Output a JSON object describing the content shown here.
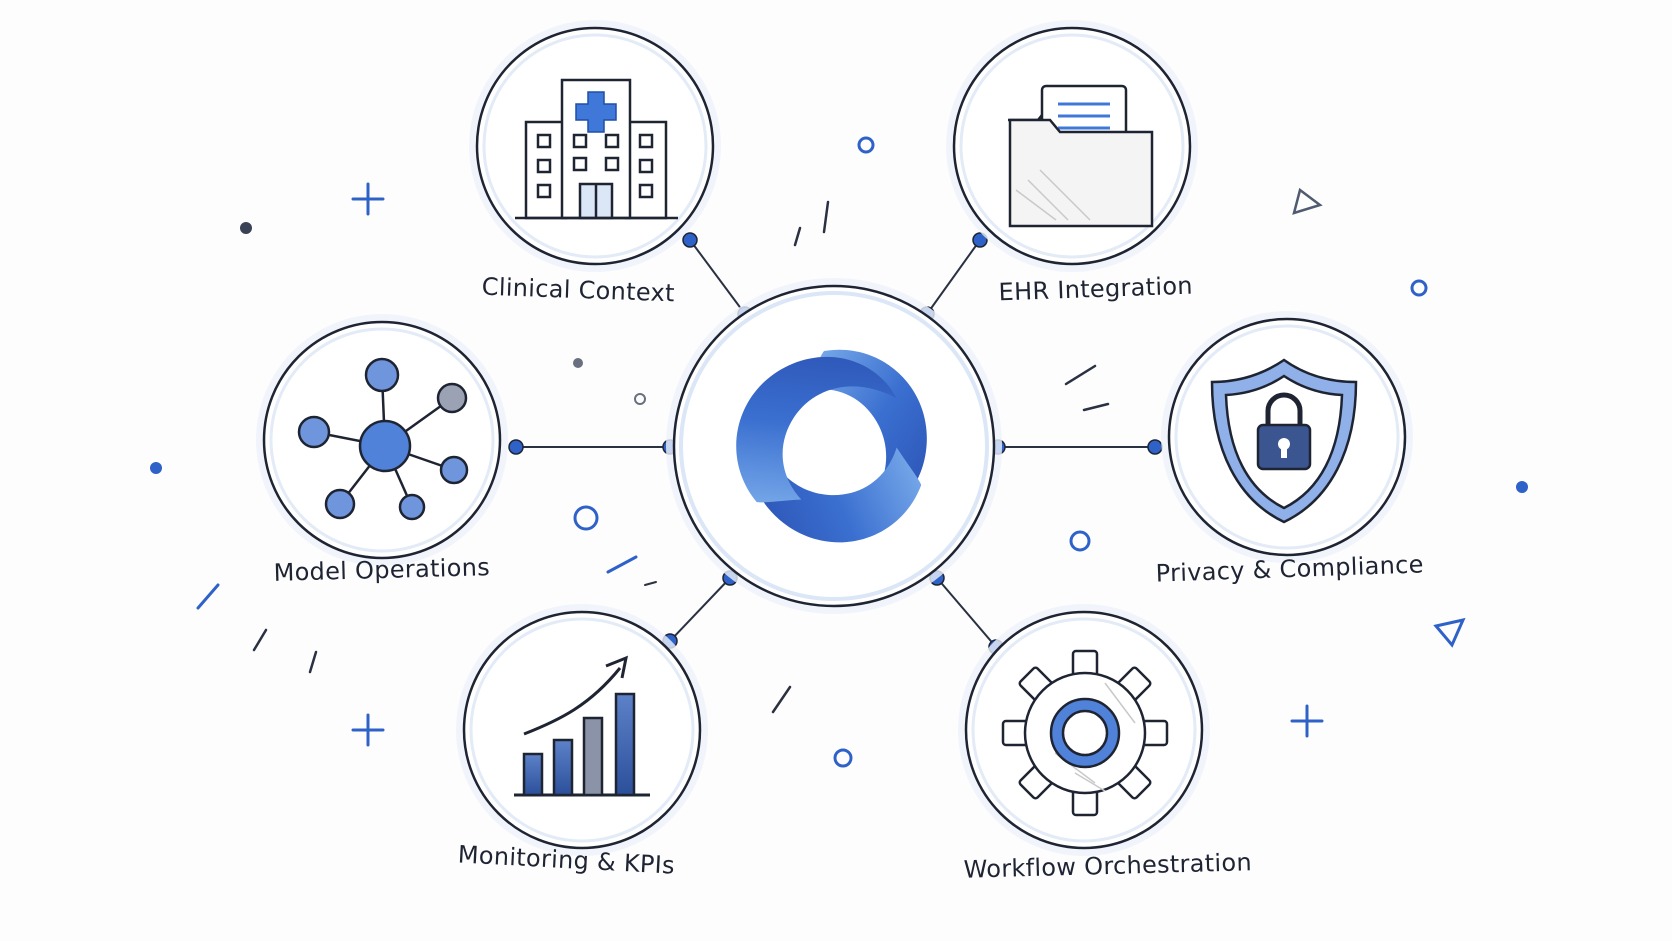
{
  "diagram": {
    "center": {
      "name": "hub-swirl-logo"
    },
    "nodes": [
      {
        "id": "clinical",
        "label": "Clinical Context",
        "icon": "hospital-icon"
      },
      {
        "id": "ehr",
        "label": "EHR Integration",
        "icon": "folder-document-icon"
      },
      {
        "id": "model",
        "label": "Model Operations",
        "icon": "network-nodes-icon"
      },
      {
        "id": "privacy",
        "label": "Privacy & Compliance",
        "icon": "shield-lock-icon"
      },
      {
        "id": "monitoring",
        "label": "Monitoring & KPIs",
        "icon": "bar-chart-growth-icon"
      },
      {
        "id": "workflow",
        "label": "Workflow Orchestration",
        "icon": "gear-icon"
      }
    ],
    "colors": {
      "ink": "#1f2433",
      "accent": "#2f62c8",
      "accent_light": "#6f96dc",
      "accent_pale": "#dbe6f7",
      "ring": "#e8eef8"
    }
  }
}
